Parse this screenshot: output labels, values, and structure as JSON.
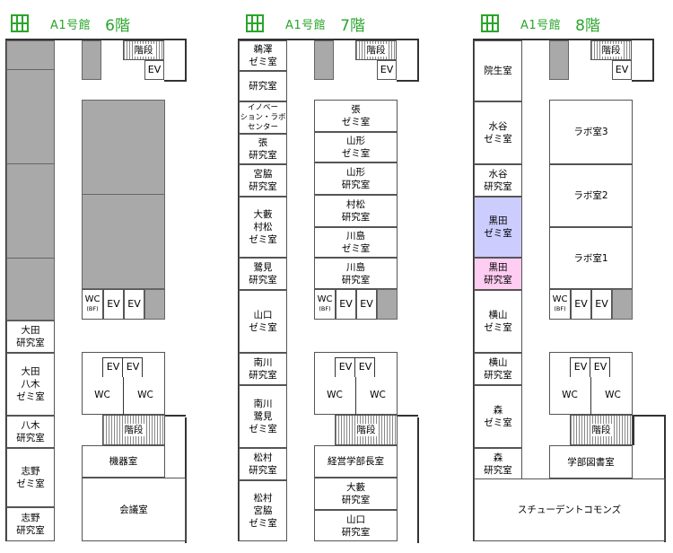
{
  "headers": [
    {
      "building": "A1号館",
      "floor": "6階"
    },
    {
      "building": "A1号館",
      "floor": "7階"
    },
    {
      "building": "A1号館",
      "floor": "8階"
    }
  ],
  "labels": {
    "stairs": "階段",
    "ev": "EV",
    "wc": "WC",
    "wc_bf": "WC",
    "bf": "(BF)"
  },
  "floor6": {
    "ota_lab": "大田\n研究室",
    "ota_yagi_seminar": "大田\n八木\nゼミ室",
    "yagi_lab": "八木\n研究室",
    "shino_seminar": "志野\nゼミ室",
    "shino_lab": "志野\n研究室",
    "equipment_room": "機器室",
    "meeting_room": "会議室"
  },
  "floor7": {
    "aizawa_seminar": "鵜澤\nゼミ室",
    "research_room": "研究室",
    "innovation_lab": "イノベー\nション・ラボ\nセンター",
    "zhang_lab": "張\n研究室",
    "miyawaki_lab": "宮脇\n研究室",
    "oyabu_muramatsu_seminar": "大藪\n村松\nゼミ室",
    "sagimi_lab": "鷺見\n研究室",
    "yamaguchi_seminar": "山口\nゼミ室",
    "minamikawa_lab": "南川\n研究室",
    "minamikawa_sagimi_seminar": "南川\n鷺見\nゼミ室",
    "matsumura_lab": "松村\n研究室",
    "matsumura_miyawaki_seminar": "松村\n宮脇\nゼミ室",
    "zhang_seminar": "張\nゼミ室",
    "yamagata_seminar": "山形\nゼミ室",
    "yamagata_lab": "山形\n研究室",
    "muramatsu_lab": "村松\n研究室",
    "kawashima_seminar": "川島\nゼミ室",
    "kawashima_lab": "川島\n研究室",
    "dean_office": "経営学部長室",
    "oyabu_lab": "大藪\n研究室",
    "yamaguchi_lab": "山口\n研究室"
  },
  "floor8": {
    "graduate_room": "院生室",
    "mizutani_seminar": "水谷\nゼミ室",
    "mizutani_lab": "水谷\n研究室",
    "kuroda_seminar": "黒田\nゼミ室",
    "kuroda_lab": "黒田\n研究室",
    "yokoyama_seminar": "横山\nゼミ室",
    "yokoyama_lab": "横山\n研究室",
    "mori_seminar": "森\nゼミ室",
    "mori_lab": "森\n研究室",
    "lab3": "ラボ室3",
    "lab2": "ラボ室2",
    "lab1": "ラボ室1",
    "faculty_library": "学部図書室",
    "student_commons": "スチューデントコモンズ"
  },
  "colors": {
    "header_green": "#2aa52a",
    "gray_block": "#a9a9a9",
    "highlight_blue": "#ccccff",
    "highlight_pink": "#ffccf2"
  }
}
